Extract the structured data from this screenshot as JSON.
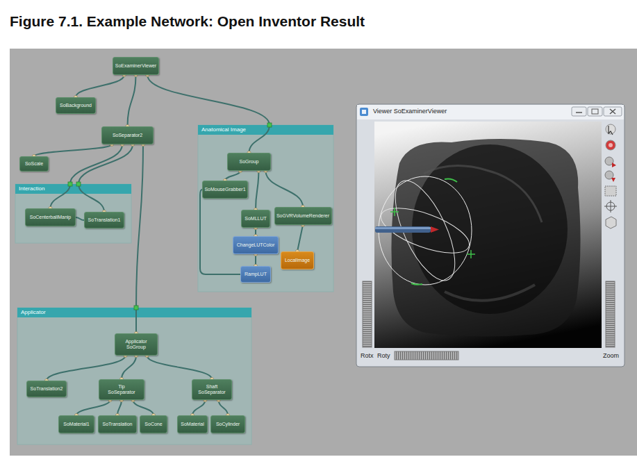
{
  "diagram": {
    "title": "Figure 7.1. Example Network: Open Inventor Result",
    "nodes": [
      {
        "text": [
          "SoExaminerViewer"
        ]
      },
      {
        "text": [
          "SoBackground"
        ]
      },
      {
        "text": [
          "SoSeparator2"
        ]
      },
      {
        "text": [
          "SoScale"
        ]
      },
      {
        "text": [
          "Interaction"
        ]
      },
      {
        "text": [
          "SoCenterballManip"
        ],
        "in": 4
      },
      {
        "text": [
          "SoTranslation1"
        ],
        "in": 4
      },
      {
        "text": [
          "Anatomical Image"
        ]
      },
      {
        "text": [
          "SoGroup"
        ],
        "in": 7
      },
      {
        "text": [
          "SoMouseGrabber1"
        ],
        "in": 7
      },
      {
        "text": [
          "SoMLLUT"
        ],
        "in": 7
      },
      {
        "text": [
          "SoGVRVolumeRenderer"
        ],
        "in": 7
      },
      {
        "text": [
          "ChangeLUTColor"
        ],
        "in": 7
      },
      {
        "text": [
          "LocalImage"
        ],
        "in": 7
      },
      {
        "text": [
          "RampLUT"
        ],
        "in": 7
      },
      {
        "text": [
          "Applicator"
        ]
      },
      {
        "text": [
          "Applicator",
          "SoGroup"
        ],
        "in": 15
      },
      {
        "text": [
          "SoTranslation2"
        ],
        "in": 15
      },
      {
        "text": [
          "Tip",
          "SoSeparator"
        ],
        "in": 15
      },
      {
        "text": [
          "Shaft",
          "SoSeparator"
        ],
        "in": 15
      },
      {
        "text": [
          "SoMaterial1"
        ],
        "in": 15
      },
      {
        "text": [
          "SoTranslation"
        ],
        "in": 15
      },
      {
        "text": [
          "SoCone"
        ],
        "in": 15
      },
      {
        "text": [
          "SoMaterial"
        ],
        "in": 15
      },
      {
        "text": [
          "SoCylinder"
        ],
        "in": 15
      },
      {
        "text": [
          "Viewer SoExaminerViewer",
          "Rotx",
          "Roty",
          "Zoom"
        ]
      }
    ],
    "edges": [
      {
        "from": 0,
        "to": 1,
        "arrow": "none"
      },
      {
        "from": 0,
        "to": 2,
        "arrow": "none"
      },
      {
        "from": 0,
        "to": 8,
        "arrow": "none"
      },
      {
        "from": 2,
        "to": 3,
        "arrow": "none"
      },
      {
        "from": 2,
        "to": 5,
        "arrow": "none"
      },
      {
        "from": 2,
        "to": 6,
        "arrow": "none"
      },
      {
        "from": 5,
        "to": 6,
        "arrow": "none"
      },
      {
        "from": 2,
        "to": 16,
        "arrow": "none"
      },
      {
        "from": 8,
        "to": 9,
        "arrow": "none"
      },
      {
        "from": 8,
        "to": 10,
        "arrow": "none"
      },
      {
        "from": 8,
        "to": 11,
        "arrow": "none"
      },
      {
        "from": 9,
        "to": 14,
        "arrow": "none"
      },
      {
        "from": 12,
        "to": 10,
        "arrow": "none"
      },
      {
        "from": 14,
        "to": 12,
        "arrow": "none"
      },
      {
        "from": 13,
        "to": 11,
        "arrow": "none"
      },
      {
        "from": 16,
        "to": 17,
        "arrow": "none"
      },
      {
        "from": 16,
        "to": 18,
        "arrow": "none"
      },
      {
        "from": 16,
        "to": 19,
        "arrow": "none"
      },
      {
        "from": 18,
        "to": 20,
        "arrow": "none"
      },
      {
        "from": 18,
        "to": 21,
        "arrow": "none"
      },
      {
        "from": 18,
        "to": 22,
        "arrow": "none"
      },
      {
        "from": 19,
        "to": 23,
        "arrow": "none"
      },
      {
        "from": 19,
        "to": 24,
        "arrow": "none"
      }
    ]
  }
}
